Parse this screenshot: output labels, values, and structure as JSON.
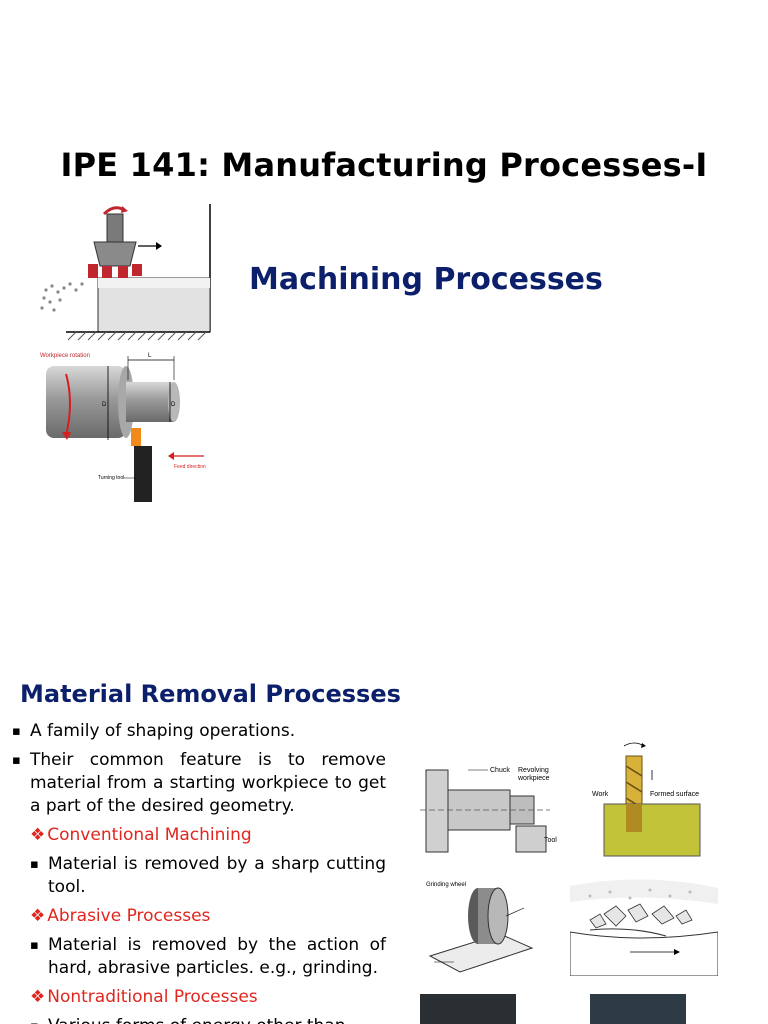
{
  "slide1": {
    "title": "IPE 141: Manufacturing Processes-I",
    "subtitle": "Machining Processes",
    "turning_figure": {
      "label_workpiece_rotation": "Workpiece rotation",
      "label_length": "L",
      "label_d0": "D",
      "label_d1": "D",
      "label_feed_direction": "Feed direction",
      "label_turning_tool": "Turning tool"
    }
  },
  "slide2": {
    "title": "Material Removal Processes",
    "bullets": [
      "A family of shaping operations.",
      "Their common feature is to remove material from a starting workpiece to get a part of the desired geometry."
    ],
    "categories": [
      {
        "heading": "Conventional Machining",
        "detail": "Material is removed by a sharp cutting tool."
      },
      {
        "heading": "Abrasive Processes",
        "detail": "Material is removed by the action of hard, abrasive particles. e.g., grinding."
      },
      {
        "heading": "Nontraditional Processes",
        "detail": "Various forms of energy other than"
      }
    ],
    "figures": {
      "lathe_label_chuck": "Chuck",
      "lathe_label_revolving": "Revolving",
      "lathe_label_workpiece": "workpiece",
      "lathe_label_tool": "Tool",
      "drill_label_work": "Work",
      "drill_label_formed": "Formed surface",
      "grind_label_wheel": "Grinding wheel"
    },
    "colors": {
      "title": "#0b1f6b",
      "category": "#e0261e"
    }
  }
}
